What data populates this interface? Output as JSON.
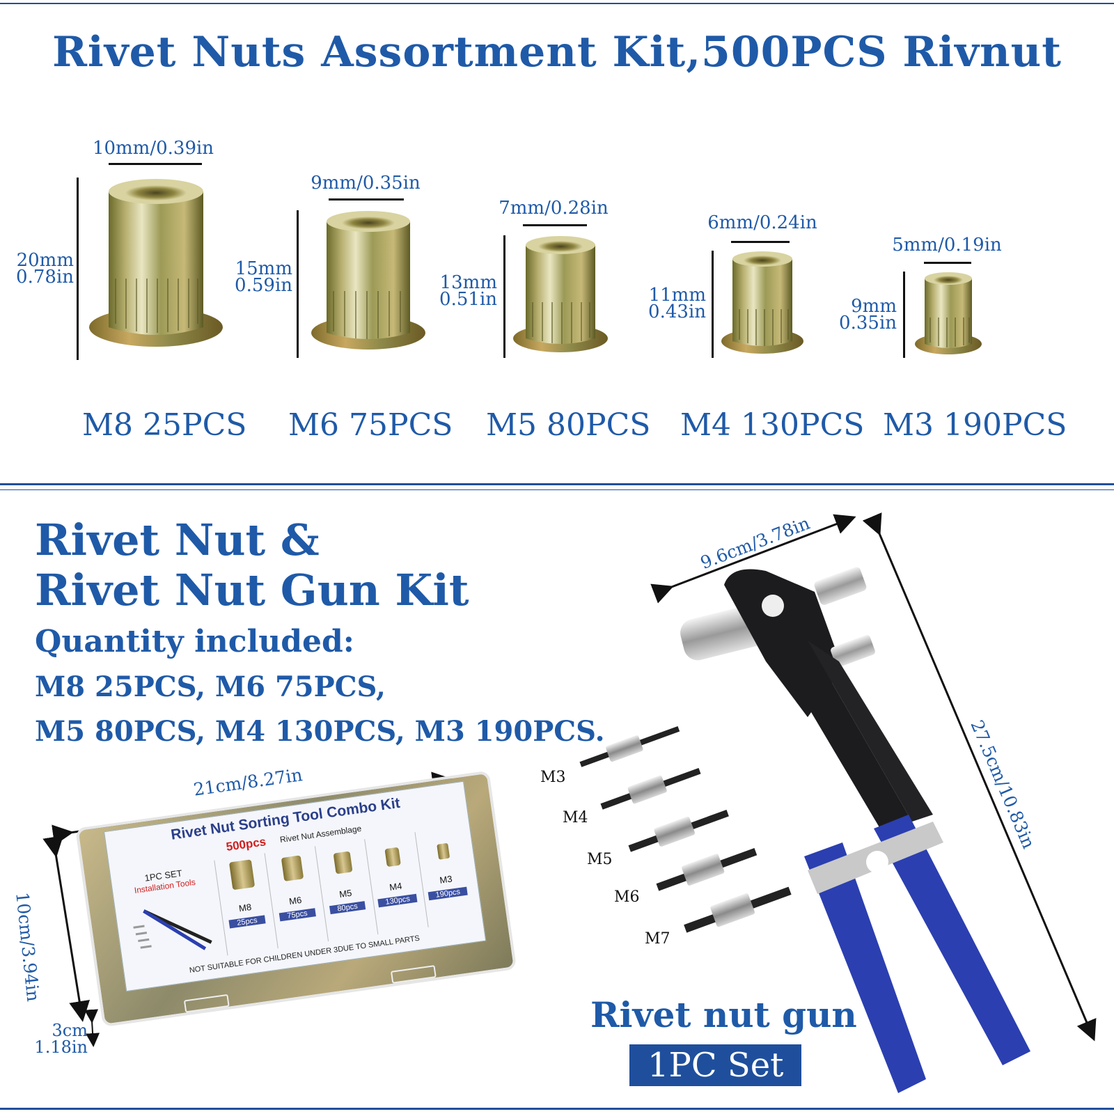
{
  "header": {
    "title": "Rivet Nuts Assortment Kit,500PCS Rivnut"
  },
  "nuts": [
    {
      "size": "M8",
      "width_label": "10mm/0.39in",
      "height_mm": "20mm",
      "height_in": "0.78in",
      "qty_label": "M8 25PCS"
    },
    {
      "size": "M6",
      "width_label": "9mm/0.35in",
      "height_mm": "15mm",
      "height_in": "0.59in",
      "qty_label": "M6 75PCS"
    },
    {
      "size": "M5",
      "width_label": "7mm/0.28in",
      "height_mm": "13mm",
      "height_in": "0.51in",
      "qty_label": "M5 80PCS"
    },
    {
      "size": "M4",
      "width_label": "6mm/0.24in",
      "height_mm": "11mm",
      "height_in": "0.43in",
      "qty_label": "M4 130PCS"
    },
    {
      "size": "M3",
      "width_label": "5mm/0.19in",
      "height_mm": "9mm",
      "height_in": "0.35in",
      "qty_label": "M3 190PCS"
    }
  ],
  "kit": {
    "heading_line1": "Rivet Nut &",
    "heading_line2": "Rivet Nut Gun Kit",
    "quantity_heading": "Quantity included:",
    "quantity_line1": "M8 25PCS, M6 75PCS,",
    "quantity_line2": "M5 80PCS, M4 130PCS, M3 190PCS."
  },
  "box": {
    "width_label": "21cm/8.27in",
    "height_label": "10cm/3.94in",
    "depth_cm": "3cm",
    "depth_in": "1.18in",
    "card_title": "Rivet Nut Sorting Tool Combo Kit",
    "card_count": "500pcs",
    "card_subtitle": "Rivet Nut Assemblage",
    "card_set": "1PC SET",
    "card_tools": "Installation Tools",
    "card_warning": "NOT SUITABLE FOR CHILDREN UNDER 3DUE TO SMALL PARTS",
    "cells": [
      {
        "size": "M8",
        "qty": "25pcs"
      },
      {
        "size": "M6",
        "qty": "75pcs"
      },
      {
        "size": "M5",
        "qty": "80pcs"
      },
      {
        "size": "M4",
        "qty": "130pcs"
      },
      {
        "size": "M3",
        "qty": "190pcs"
      }
    ]
  },
  "gun": {
    "head_width": "9.6cm/3.78in",
    "length": "27.5cm/10.83in",
    "title": "Rivet nut gun",
    "badge": "1PC Set",
    "mandrels": [
      "M3",
      "M4",
      "M5",
      "M6",
      "M7"
    ]
  },
  "colors": {
    "accent": "#1f5aa8",
    "rule": "#1f4f9c",
    "handle": "#2b3fb0"
  }
}
